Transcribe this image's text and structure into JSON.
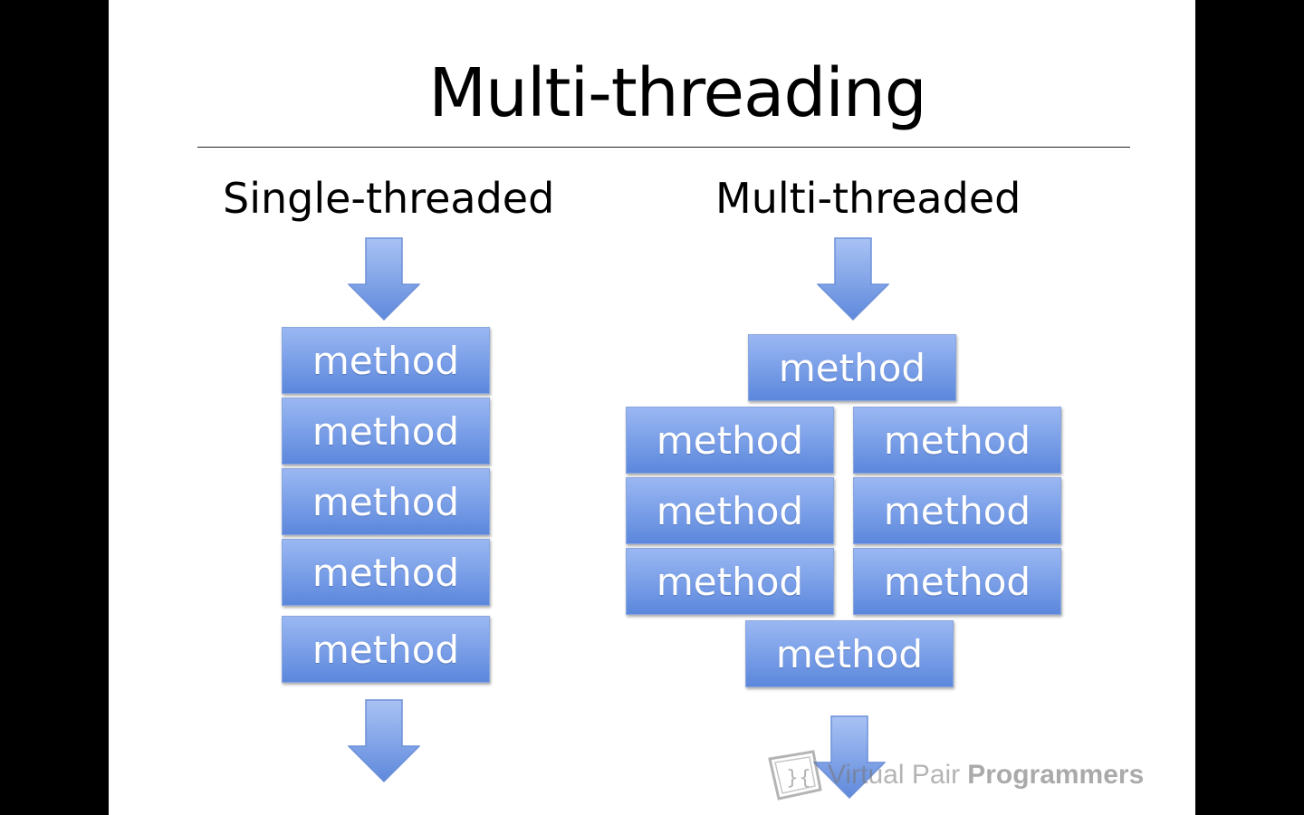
{
  "slide": {
    "title": "Multi-threading"
  },
  "single_threaded": {
    "heading": "Single-threaded",
    "methods": [
      "method",
      "method",
      "method",
      "method",
      "method"
    ]
  },
  "multi_threaded": {
    "heading": "Multi-threaded",
    "top_method": "method",
    "left_methods": [
      "method",
      "method",
      "method"
    ],
    "right_methods": [
      "method",
      "method",
      "method"
    ],
    "bottom_method": "method"
  },
  "watermark": {
    "text_light": "Virtual Pair",
    "text_bold": "Programmers"
  },
  "colors": {
    "box_fill": "#7ea2e9",
    "arrow_fill": "#7fa0e8",
    "background": "#ffffff",
    "frame": "#000000"
  },
  "icons": {
    "arrow": "down-arrow-icon",
    "logo": "vpp-logo-icon"
  }
}
